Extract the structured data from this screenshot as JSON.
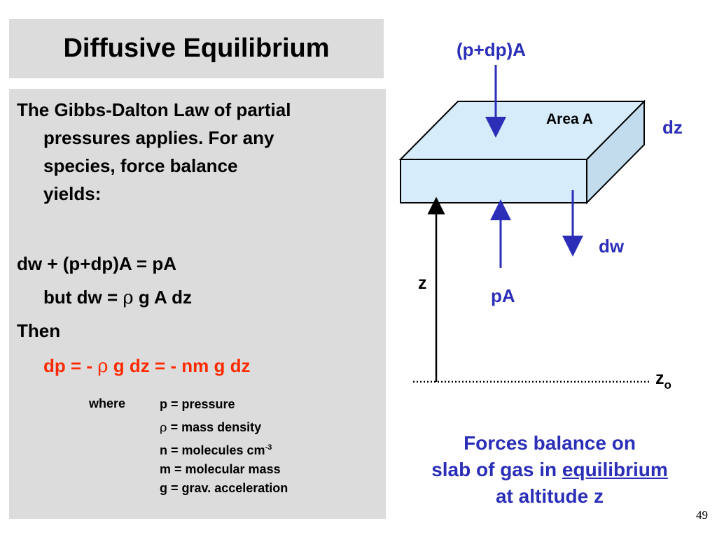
{
  "title": "Diffusive Equilibrium",
  "body": {
    "intro_line1": "The Gibbs-Dalton Law of partial",
    "intro_line2": "pressures applies. For any",
    "intro_line3": "species, force balance",
    "intro_line4": "yields:",
    "eq1": "dw + (p+dp)A = pA",
    "eq2_prefix": "but dw = ",
    "eq2_rho": "ρ",
    "eq2_suffix": " g A dz",
    "then": "Then",
    "eq3_a": "dp = - ",
    "eq3_rho": "ρ",
    "eq3_b": " g dz = - nm g dz",
    "where_label": "where",
    "defs": {
      "p": "p = pressure",
      "rho_sym": "ρ",
      "rho": " = mass density",
      "n": "n = molecules cm",
      "n_exp": "-3",
      "m": "m = molecular mass",
      "g": "g = grav. acceleration"
    }
  },
  "diagram": {
    "top_force": "(p+dp)A",
    "area_label": "Area A",
    "dz_label": "dz",
    "dw_label": "dw",
    "z_label": "z",
    "pA_label": "pA",
    "z0_main": "z",
    "z0_sub": "o"
  },
  "caption": {
    "line1": "Forces balance on",
    "line2_a": "slab of gas in ",
    "line2_b": "equilibrium",
    "line3": "at altitude z"
  },
  "page_number": "49",
  "colors": {
    "accent_blue": "#2b2fb8",
    "highlight_red": "#ff2a00",
    "slab_fill": "#d6ecfb",
    "panel_gray": "#dcdcdc"
  }
}
